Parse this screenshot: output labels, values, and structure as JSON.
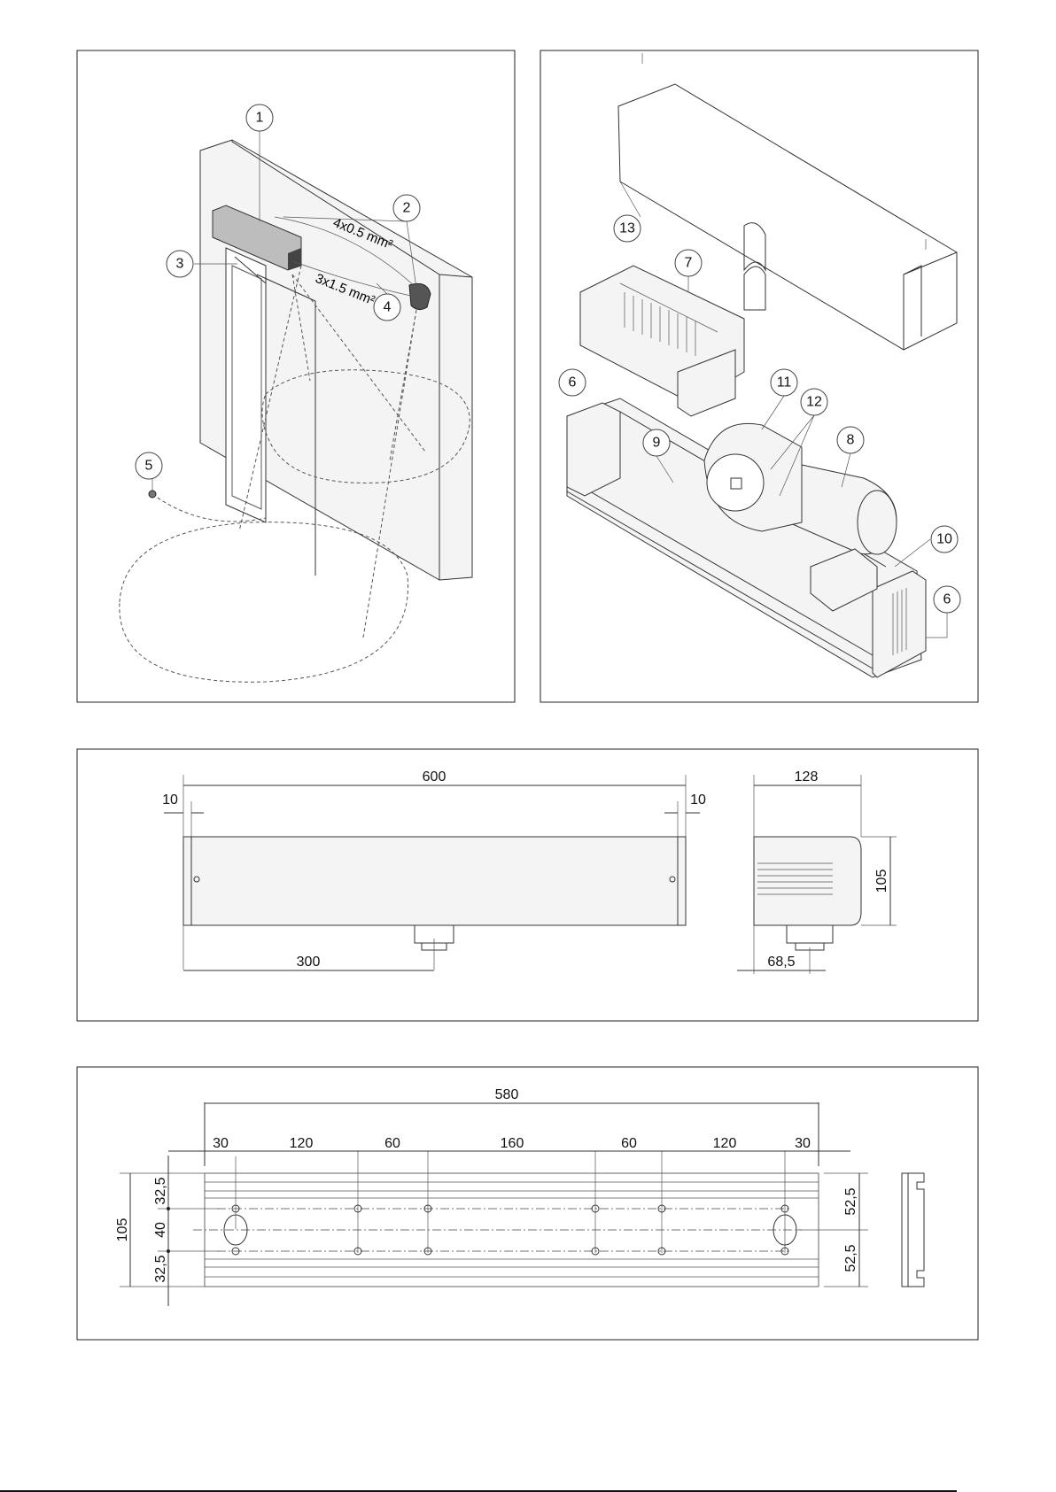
{
  "figure1": {
    "callouts": [
      "1",
      "2",
      "3",
      "4",
      "5"
    ],
    "cable_a": "4x0.5 mm²",
    "cable_b": "3x1.5 mm²"
  },
  "figure2": {
    "callouts": [
      "13",
      "7",
      "6",
      "11",
      "12",
      "9",
      "8",
      "10",
      "6"
    ]
  },
  "figure3": {
    "front": {
      "overall": "600",
      "left_offset": "10",
      "right_offset": "10",
      "center": "300"
    },
    "side": {
      "depth": "128",
      "height": "105",
      "axle": "68,5"
    }
  },
  "figure4": {
    "overall": "580",
    "segments": [
      "30",
      "120",
      "60",
      "160",
      "60",
      "120",
      "30"
    ],
    "left_vertical": [
      "105",
      "32,5",
      "40",
      "32,5"
    ],
    "right_vertical": [
      "52,5",
      "52,5"
    ]
  }
}
